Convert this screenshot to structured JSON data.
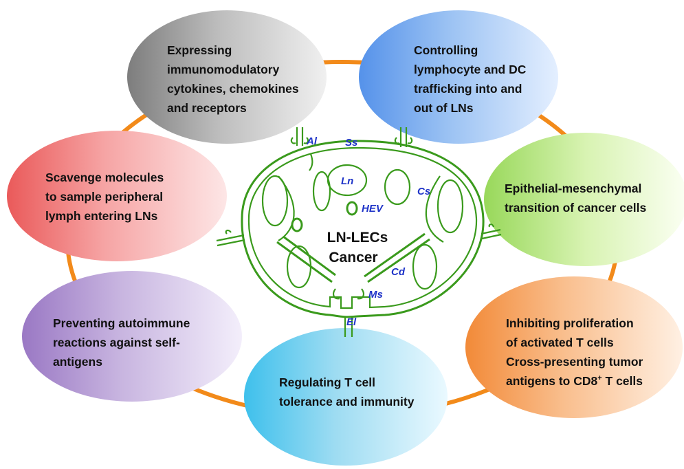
{
  "center": {
    "title_line1": "LN-LECs",
    "title_line2": "Cancer"
  },
  "node_labels": {
    "al": "Al",
    "ss": "Ss",
    "ln": "Ln",
    "hev": "HEV",
    "cs": "Cs",
    "cd": "Cd",
    "ms": "Ms",
    "el": "El"
  },
  "functions": [
    {
      "key": "expressing",
      "lines": [
        "Expressing",
        "immunomodulatory",
        "cytokines, chemokines",
        "and receptors"
      ]
    },
    {
      "key": "controlling",
      "lines": [
        "Controlling",
        "lymphocyte and DC",
        "trafficking into and",
        "out of LNs"
      ]
    },
    {
      "key": "scavenge",
      "lines": [
        "Scavenge molecules",
        "to sample peripheral",
        "lymph entering LNs"
      ]
    },
    {
      "key": "emt",
      "lines": [
        "Epithelial-mesenchymal",
        "transition  of cancer cells"
      ]
    },
    {
      "key": "preventing",
      "lines": [
        "Preventing autoimmune",
        "reactions against self-",
        "antigens"
      ]
    },
    {
      "key": "inhibiting",
      "lines": [
        "Inhibiting proliferation",
        "of activated T cells",
        "Cross-presenting  tumor",
        "antigens to CD8",
        "+",
        " T cells"
      ]
    },
    {
      "key": "regulating",
      "lines": [
        "Regulating T cell",
        "tolerance and immunity"
      ]
    }
  ],
  "colors": {
    "ring": "#f28a1a",
    "lymph_node": "#3a9a1c",
    "label_blue": "#1f34c8",
    "gray": "#9e9e9e",
    "blue": "#5d9bea",
    "red": "#ef6e6e",
    "green": "#a9de6c",
    "purple": "#a98acb",
    "orange": "#f49a4e",
    "cyan": "#4cc6ea"
  }
}
